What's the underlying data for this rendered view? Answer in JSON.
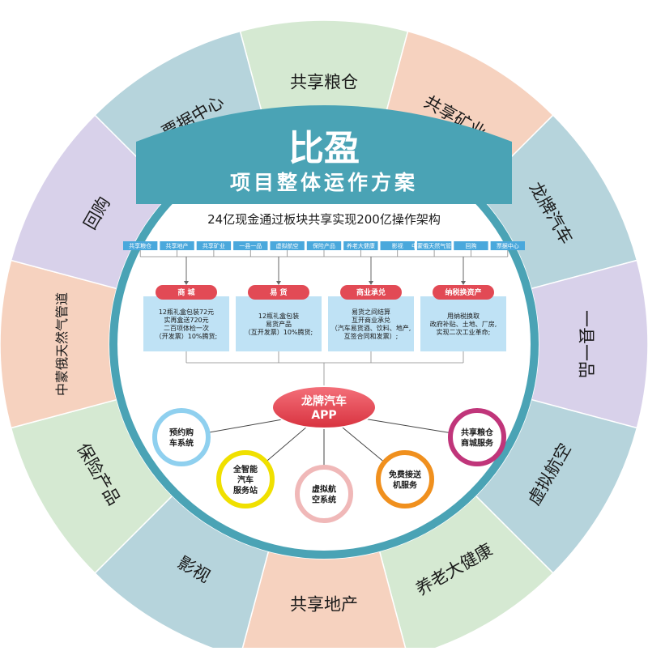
{
  "ring_segments": [
    {
      "label": "共享粮仓",
      "color": "#d5e9d2"
    },
    {
      "label": "共享矿业",
      "color": "#f6d2bf"
    },
    {
      "label": "龙牌汽车",
      "color": "#b6d4dc"
    },
    {
      "label": "一县一品",
      "color": "#d8d1ea"
    },
    {
      "label": "虚拟航空",
      "color": "#b6d4dc"
    },
    {
      "label": "养老大健康",
      "color": "#d5e9d2"
    },
    {
      "label": "共享地产",
      "color": "#f6d2bf"
    },
    {
      "label": "影视",
      "color": "#b6d4dc"
    },
    {
      "label": "保险产品",
      "color": "#d5e9d2"
    },
    {
      "label": "中蒙俄天然气管道",
      "color": "#f6d2bf"
    },
    {
      "label": "回购",
      "color": "#d8d1ea"
    },
    {
      "label": "票据中心",
      "color": "#b6d4dc"
    }
  ],
  "banner": {
    "title": "比盈",
    "subtitle": "项目整体运作方案"
  },
  "headline": "24亿现金通过板块共享实现200亿操作架构",
  "top_boxes": [
    "共享粮仓",
    "共享地产",
    "共享矿业",
    "一县一品",
    "虚拟航空",
    "保险产品",
    "养老大健康",
    "影视",
    "中蒙俄天然气管道",
    "回购",
    "票据中心"
  ],
  "mid_columns": [
    {
      "pill": "商 城",
      "lines": [
        "12瓶礼盒包装72元",
        "实再盒送720元",
        "二百项体检一次",
        "（开发票）10%腾货;"
      ]
    },
    {
      "pill": "易 货",
      "lines": [
        "12瓶礼盒包装",
        "易货产品",
        "（互开发票）10%腾货;"
      ]
    },
    {
      "pill": "商业承兑",
      "lines": [
        "易货之间结算",
        "互开商业承兑",
        "（汽车易货酒、饮料、地产,",
        "互签合同和发票）;"
      ]
    },
    {
      "pill": "纳税换资产",
      "lines": [
        "用纳税换取",
        "政府补贴、土地、厂房,",
        "实现二次工业革命;"
      ]
    }
  ],
  "app": {
    "line1": "龙牌汽车",
    "line2": "APP"
  },
  "services": [
    {
      "lines": [
        "预约购",
        "车系统"
      ],
      "color": "#8fd0ef"
    },
    {
      "lines": [
        "全智能",
        "汽车",
        "服务站"
      ],
      "color": "#f0e000"
    },
    {
      "lines": [
        "虚拟航",
        "空系统"
      ],
      "color": "#f0b8b8"
    },
    {
      "lines": [
        "免费接送",
        "机服务"
      ],
      "color": "#f0901e"
    },
    {
      "lines": [
        "共享粮仓",
        "商城服务"
      ],
      "color": "#c0357a"
    }
  ],
  "colors": {
    "teal": "#4aa3b5",
    "box_blue": "#bfe2f5",
    "pill_red": "#e24a55",
    "top_box": "#4aa8dc"
  }
}
